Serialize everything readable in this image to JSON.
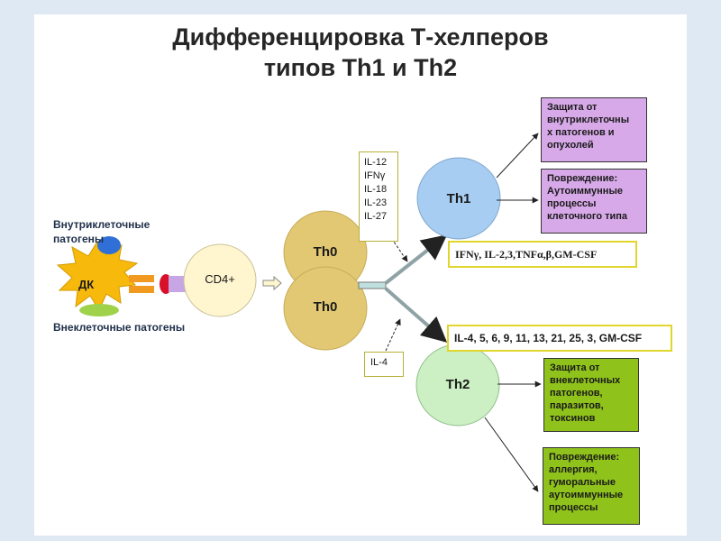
{
  "title": {
    "line1": "Дифференцировка Т-хелперов",
    "line2": "типов Th1 и Th2"
  },
  "left": {
    "intracellular": "Внутриклеточные патогены",
    "dc": "ДК",
    "extracellular": "Внеклеточные патогены"
  },
  "cells": {
    "cd4": "CD4+",
    "th0_top": "Th0",
    "th0_bottom": "Th0",
    "th1": "Th1",
    "th2": "Th2"
  },
  "th1_inducers": [
    "IL-12",
    "IFNγ",
    "IL-18",
    "IL-23",
    "IL-27"
  ],
  "th2_inducer": "IL-4",
  "th1_cytokines": "IFNγ, IL-2,3,TNFα,β,GM-CSF",
  "th2_cytokines": "IL-4, 5, 6, 9, 11, 13, 21, 25, 3, GM-CSF",
  "th1_outcomes": {
    "protection": [
      "Защита от",
      "внутриклеточны",
      "х патогенов и",
      "опухолей"
    ],
    "damage": [
      "Повреждение:",
      "Аутоиммунные",
      "процессы",
      "клеточного типа"
    ]
  },
  "th2_outcomes": {
    "protection": [
      "Защита от",
      "внеклеточных",
      "патогенов,",
      "паразитов,",
      "токсинов"
    ],
    "damage": [
      "Повреждение:",
      "аллергия,",
      "гуморальные",
      "аутоиммунные",
      "процессы"
    ]
  },
  "colors": {
    "circle_yellow": "#e2c873",
    "circle_blue": "#a8cdf3",
    "circle_green": "#ccefc4",
    "dc_star": "#f7b90c",
    "purple_box": "#d7a9e8",
    "green_box": "#8fc21b"
  }
}
